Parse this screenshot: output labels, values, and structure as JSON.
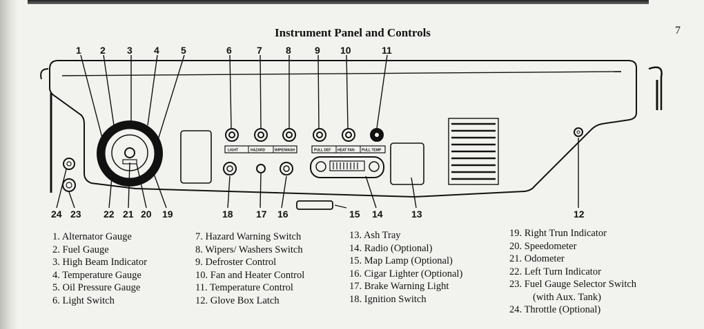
{
  "page": {
    "title": "Instrument Panel and Controls",
    "number": "7"
  },
  "diagram": {
    "callouts_top": [
      "1",
      "2",
      "3",
      "4",
      "5",
      "6",
      "7",
      "8",
      "9",
      "10",
      "11"
    ],
    "callouts_bottom": [
      "24",
      "23",
      "22",
      "21",
      "20",
      "19",
      "18",
      "17",
      "16",
      "15",
      "14",
      "13",
      "12"
    ],
    "switch_labels_top": [
      "LIGHT",
      "HAZARD",
      "WIPE/WASH",
      "PULL DEF",
      "HEAT FAN",
      "PULL TEMP"
    ]
  },
  "legend": {
    "col1": [
      "1.  Alternator Gauge",
      "2.  Fuel Gauge",
      "3.  High Beam Indicator",
      "4.  Temperature Gauge",
      "5.  Oil Pressure Gauge",
      "6.  Light Switch"
    ],
    "col2": [
      "7.  Hazard Warning Switch",
      "8.  Wipers/ Washers Switch",
      "9.  Defroster Control",
      "10.  Fan and Heater Control",
      "11.  Temperature Control",
      "12.  Glove Box Latch"
    ],
    "col3": [
      "13.  Ash Tray",
      "14.  Radio (Optional)",
      "15.  Map Lamp (Optional)",
      "16.  Cigar Lighter (Optional)",
      "17.  Brake Warning Light",
      "18.  Ignition Switch"
    ],
    "col4": [
      "19.  Right Trun Indicator",
      "20.  Speedometer",
      "21.  Odometer",
      "22.  Left Turn Indicator",
      "23.  Fuel Gauge Selector Switch",
      "(with Aux. Tank)",
      "24.  Throttle (Optional)"
    ]
  }
}
